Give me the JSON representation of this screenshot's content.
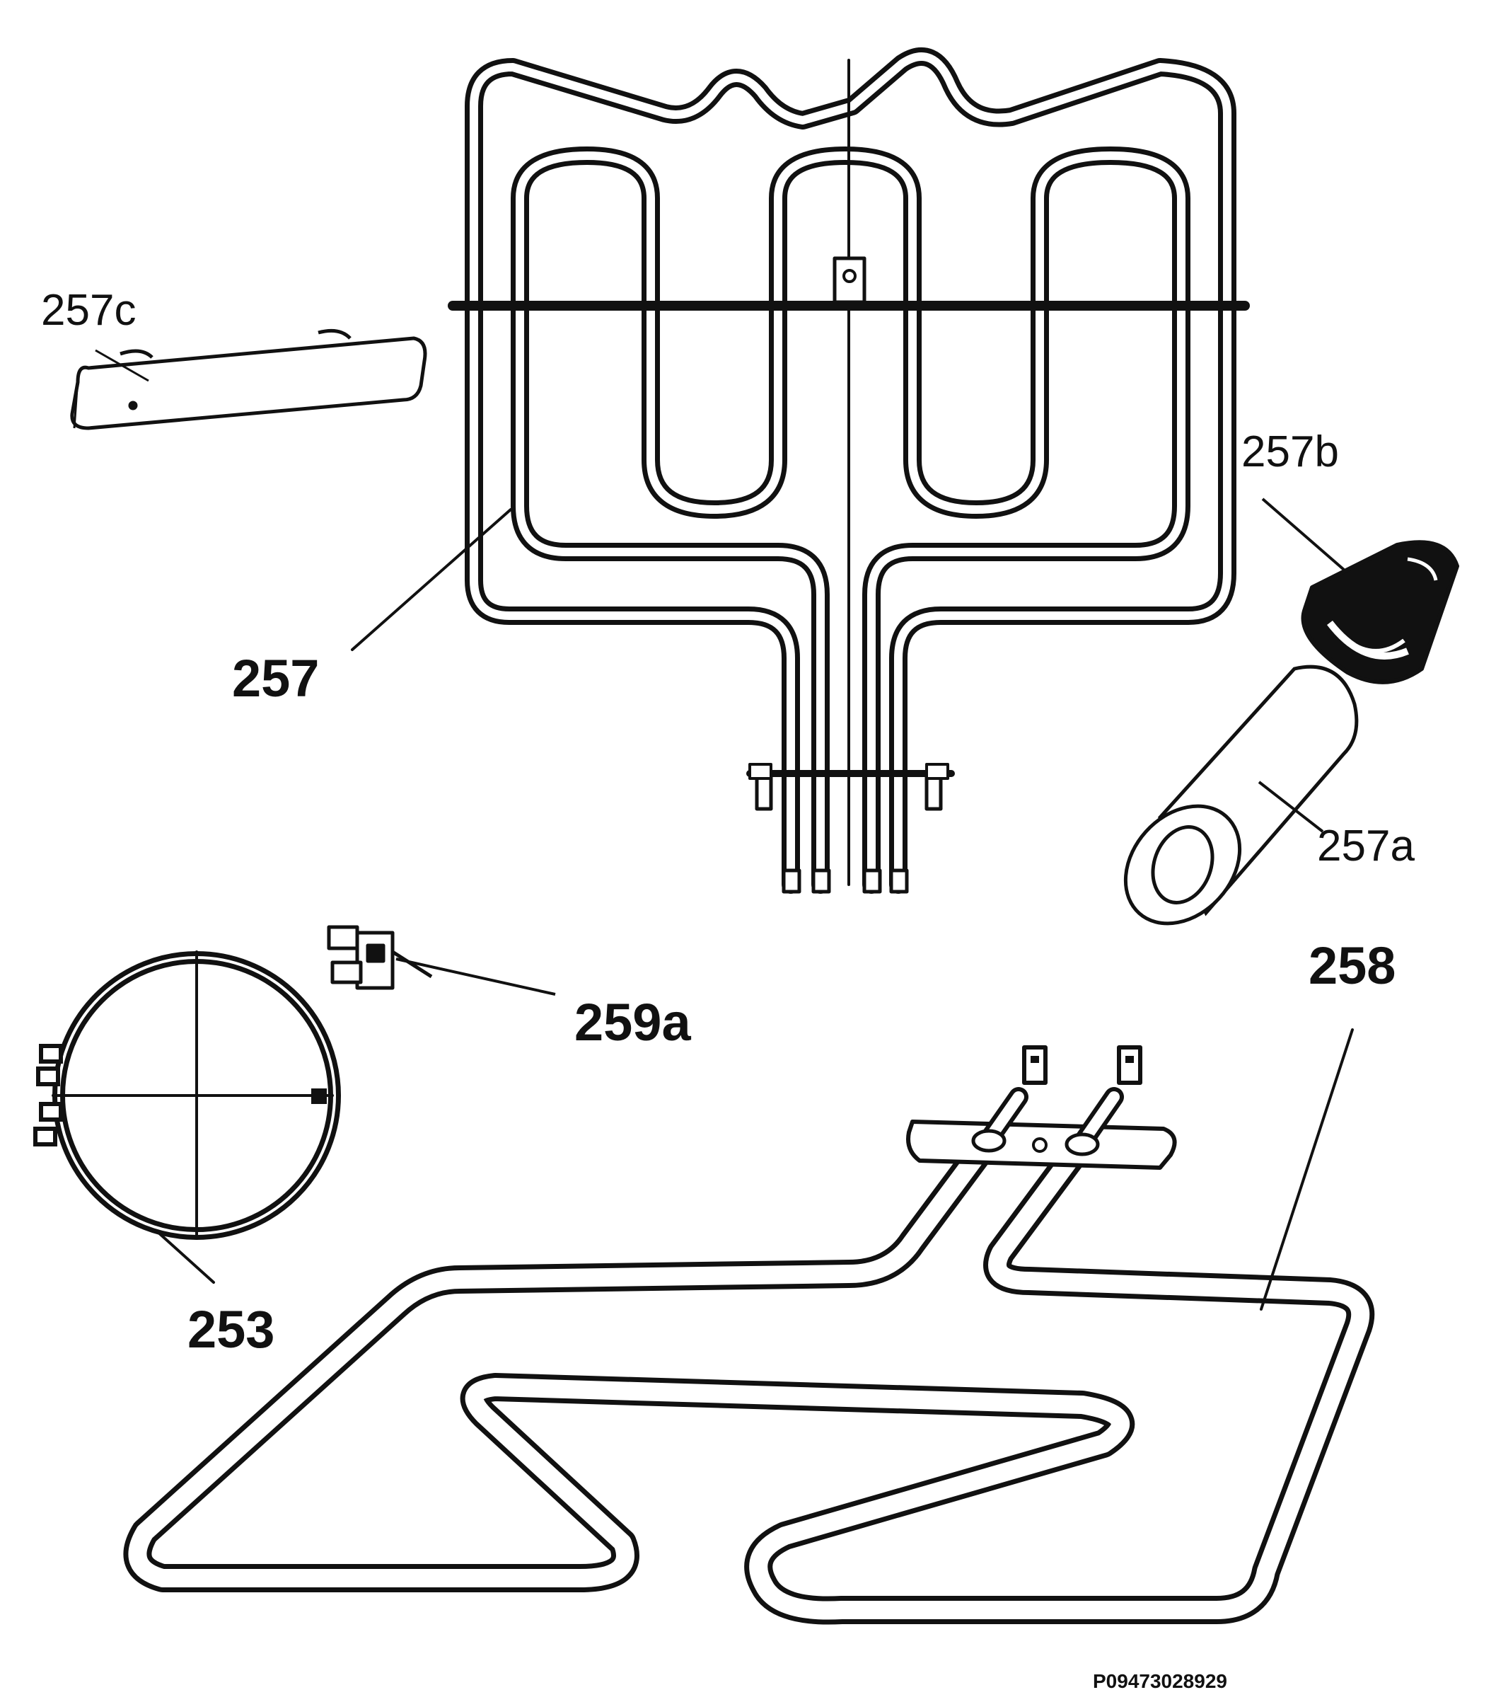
{
  "diagram": {
    "parts": [
      {
        "id": "257c",
        "label": "257c"
      },
      {
        "id": "257b",
        "label": "257b"
      },
      {
        "id": "257",
        "label": "257"
      },
      {
        "id": "257a",
        "label": "257a"
      },
      {
        "id": "259a",
        "label": "259a"
      },
      {
        "id": "258",
        "label": "258"
      },
      {
        "id": "253",
        "label": "253"
      }
    ],
    "drawing_code": "P09473028929"
  }
}
